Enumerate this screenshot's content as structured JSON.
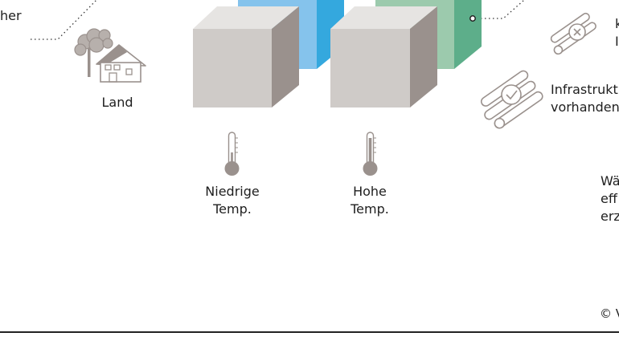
{
  "labels": {
    "edge_top_left": "her",
    "land": "Land",
    "low_temp_line1": "Niedrige",
    "low_temp_line2": "Temp.",
    "high_temp_line1": "Hohe",
    "high_temp_line2": "Temp.",
    "right_top_line1": "k",
    "right_top_line2": "I",
    "infra_line1": "Infrastrukt",
    "infra_line2": "vorhanden",
    "right_mid_line1": "Wä",
    "right_mid_line2": "eff",
    "right_mid_line3": "erz",
    "copyright": "© V"
  },
  "colors": {
    "cube_front": "#cfcbc8",
    "cube_top": "#e6e4e2",
    "cube_side": "#9a918d",
    "blue_front": "#85c3ec",
    "blue_side": "#34a8de",
    "green_front": "#9ccaad",
    "green_side": "#5dae8a",
    "icon_gray": "#9a918d",
    "text": "#1e1e1e"
  },
  "icons": [
    "house-with-tree-icon",
    "thermometer-low-icon",
    "thermometer-high-icon",
    "pipes-cross-icon",
    "pipes-check-icon"
  ]
}
